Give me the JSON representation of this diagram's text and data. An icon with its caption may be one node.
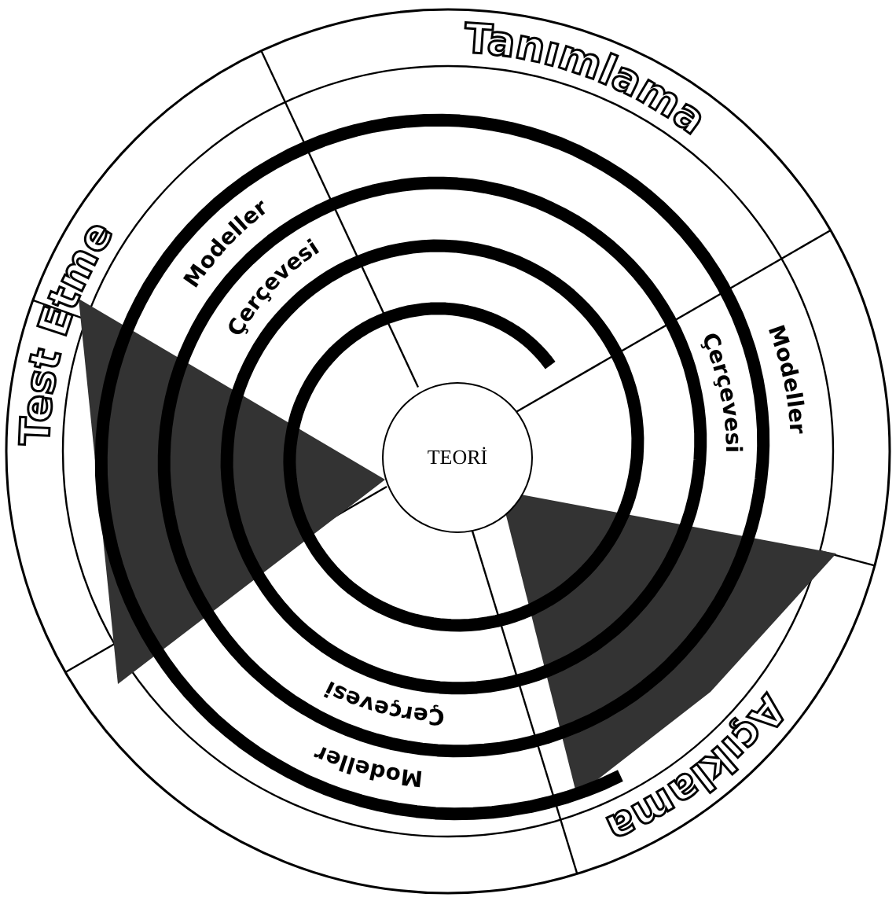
{
  "diagram": {
    "nodes": [
      {
        "text": [
          "TEORİ"
        ]
      }
    ],
    "labels": [
      "Tanımlama",
      "Modeller",
      "Çerçevesi",
      "Modeller",
      "Çerçevesi",
      "Test Etme",
      "Açıklama",
      "Çerçevesi",
      "Modeller"
    ]
  }
}
